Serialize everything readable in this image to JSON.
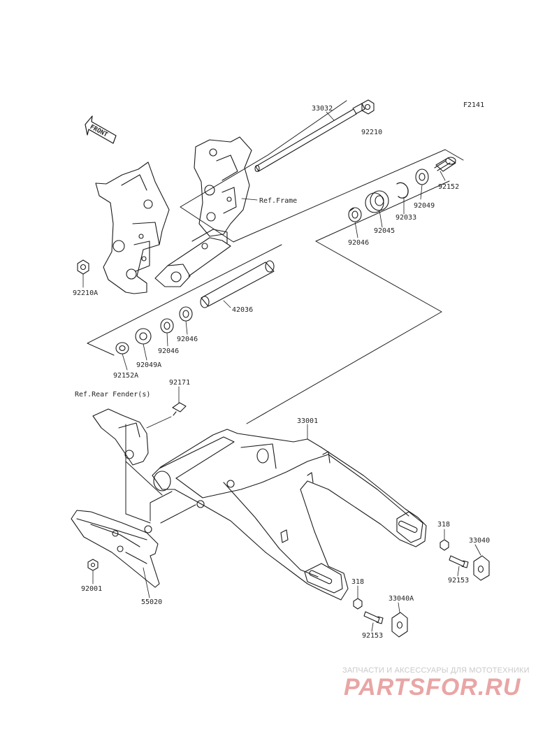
{
  "diagram_code": "F2141",
  "front_label": "FRONT",
  "labels": {
    "p33032": "33032",
    "p92210": "92210",
    "ref_frame": "Ref.Frame",
    "p92152": "92152",
    "p92049": "92049",
    "p92033": "92033",
    "p92045": "92045",
    "p92046_upper": "92046",
    "p92210A": "92210A",
    "p42036": "42036",
    "p92046_mid": "92046",
    "p92046_low": "92046",
    "p92049A": "92049A",
    "p92152A": "92152A",
    "p92171": "92171",
    "ref_rear_fender": "Ref.Rear Fender(s)",
    "p33001": "33001",
    "p318_upper": "318",
    "p33040": "33040",
    "p92153_upper": "92153",
    "p318_lower": "318",
    "p33040A": "33040A",
    "p92153_lower": "92153",
    "p92001": "92001",
    "p55020": "55020"
  },
  "watermark": {
    "line1": "ЗАПЧАСТИ И АКСЕССУАРЫ ДЛЯ МОТОТЕХНИКИ",
    "line2": "PARTSFOR.RU",
    "color": "#e9a5a5"
  }
}
